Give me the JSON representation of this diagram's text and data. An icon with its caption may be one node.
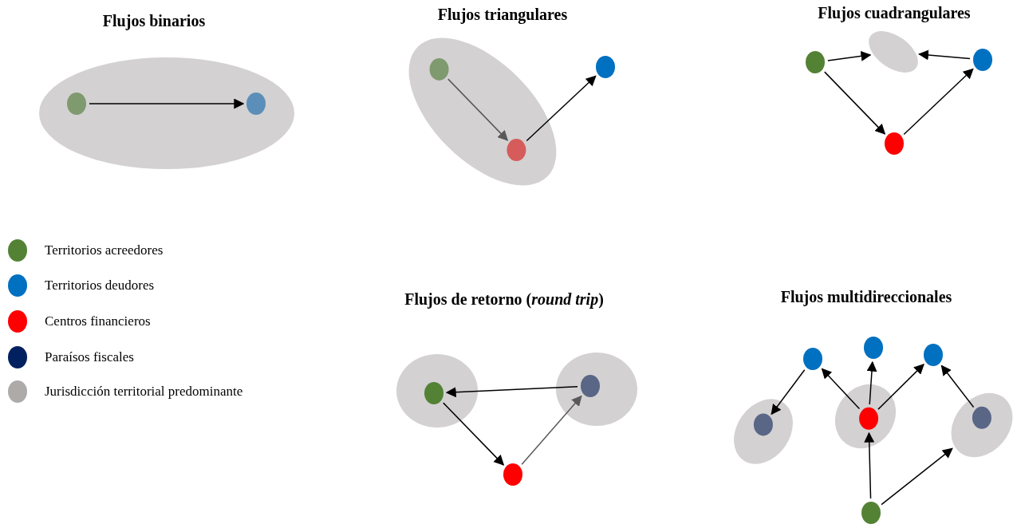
{
  "diagram": {
    "nodes": [
      {
        "text": [],
        "shape": "ellipse"
      },
      {
        "text": [],
        "shape": "circle",
        "in": 0
      },
      {
        "text": [],
        "shape": "circle",
        "in": 0
      },
      {
        "text": [],
        "shape": "ellipse"
      },
      {
        "text": [],
        "shape": "circle",
        "in": 3
      },
      {
        "text": [],
        "shape": "circle",
        "in": 3
      },
      {
        "text": [],
        "shape": "circle"
      },
      {
        "text": [],
        "shape": "circle"
      },
      {
        "text": [],
        "shape": "ellipse"
      },
      {
        "text": [],
        "shape": "circle"
      },
      {
        "text": [],
        "shape": "circle"
      },
      {
        "text": [],
        "shape": "ellipse"
      },
      {
        "text": [],
        "shape": "circle",
        "in": 11
      },
      {
        "text": [],
        "shape": "ellipse"
      },
      {
        "text": [],
        "shape": "circle",
        "in": 13
      },
      {
        "text": [],
        "shape": "circle"
      },
      {
        "text": [],
        "shape": "circle"
      },
      {
        "text": [],
        "shape": "circle"
      },
      {
        "text": [],
        "shape": "circle"
      },
      {
        "text": [],
        "shape": "ellipse"
      },
      {
        "text": [],
        "shape": "circle",
        "in": 19
      },
      {
        "text": [],
        "shape": "ellipse"
      },
      {
        "text": [],
        "shape": "circle",
        "in": 21
      },
      {
        "text": [],
        "shape": "ellipse"
      },
      {
        "text": [],
        "shape": "circle",
        "in": 23
      },
      {
        "text": [],
        "shape": "circle"
      }
    ],
    "edges": [
      {
        "from": 1,
        "to": 2,
        "arrow": "to"
      },
      {
        "from": 4,
        "to": 5,
        "arrow": "to",
        "color": "#595959"
      },
      {
        "from": 5,
        "to": 6,
        "arrow": "to"
      },
      {
        "from": 7,
        "to": 8,
        "arrow": "to"
      },
      {
        "from": 9,
        "to": 8,
        "arrow": "to"
      },
      {
        "from": 7,
        "to": 10,
        "arrow": "to"
      },
      {
        "from": 10,
        "to": 9,
        "arrow": "to"
      },
      {
        "from": 14,
        "to": 12,
        "arrow": "to"
      },
      {
        "from": 12,
        "to": 15,
        "arrow": "to"
      },
      {
        "from": 15,
        "to": 14,
        "arrow": "to",
        "color": "#595959"
      },
      {
        "from": 16,
        "to": 20,
        "arrow": "to"
      },
      {
        "from": 22,
        "to": 16,
        "arrow": "to"
      },
      {
        "from": 22,
        "to": 17,
        "arrow": "to"
      },
      {
        "from": 22,
        "to": 18,
        "arrow": "to"
      },
      {
        "from": 24,
        "to": 18,
        "arrow": "to"
      },
      {
        "from": 25,
        "to": 22,
        "arrow": "to"
      },
      {
        "from": 25,
        "to": 23,
        "arrow": "to"
      }
    ],
    "labels": [
      "Flujos binarios",
      "Flujos triangulares",
      "Flujos cuadrangulares",
      "Flujos de retorno (*round trip*)",
      "Flujos multidireccionales"
    ],
    "legend": [
      {
        "text": "Territorios acreedores",
        "color": "#548235"
      },
      {
        "text": "Territorios deudores",
        "color": "#0070c0"
      },
      {
        "text": "Centros financieros",
        "color": "#ff0000"
      },
      {
        "text": "Paraísos fiscales",
        "color": "#002060"
      },
      {
        "text": "Jurisdicción territorial predominante",
        "color": "#aeaaaa"
      }
    ]
  }
}
